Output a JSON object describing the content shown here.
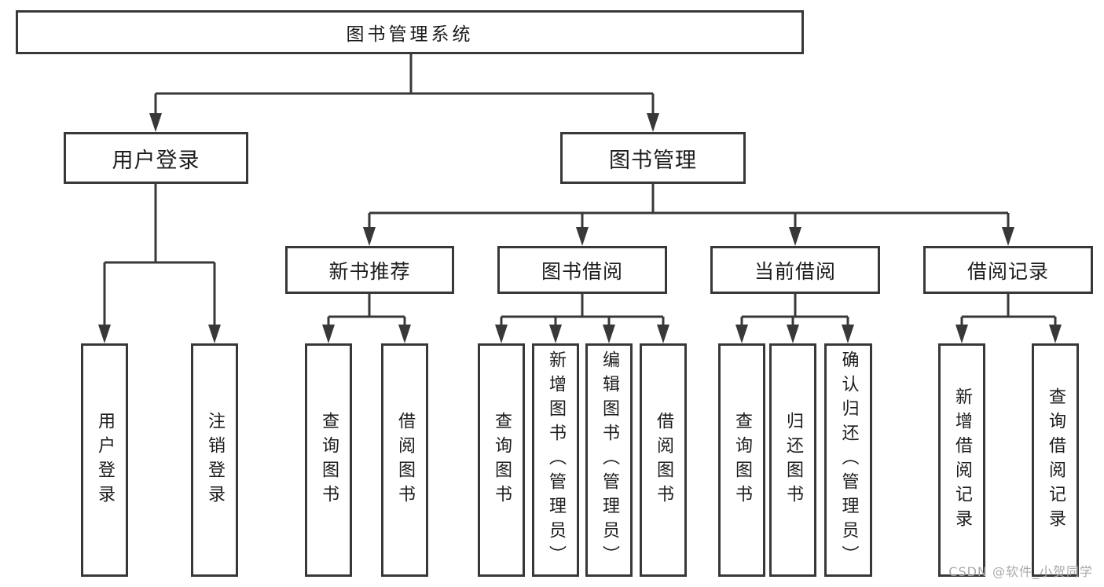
{
  "diagram": {
    "tree": {
      "root": "图书管理系统",
      "branches": [
        {
          "label": "用户登录",
          "children": [
            "用户登录",
            "注销登录"
          ]
        },
        {
          "label": "图书管理",
          "children": [
            {
              "label": "新书推荐",
              "children": [
                "查询图书",
                "借阅图书"
              ]
            },
            {
              "label": "图书借阅",
              "children": [
                "查询图书",
                "新增图书（管理员）",
                "编辑图书（管理员）",
                "借阅图书"
              ]
            },
            {
              "label": "当前借阅",
              "children": [
                "查询图书",
                "归还图书",
                "确认归还（管理员）"
              ]
            },
            {
              "label": "借阅记录",
              "children": [
                "新增借阅记录",
                "查询借阅记录"
              ]
            }
          ]
        }
      ]
    }
  },
  "watermark": "CSDN @软件_小贺同学",
  "colors": {
    "line": "#383838",
    "box_border": "#383838",
    "text": "#1c1c1c",
    "watermark_text": "#a9a9a9",
    "background": "#ffffff"
  }
}
